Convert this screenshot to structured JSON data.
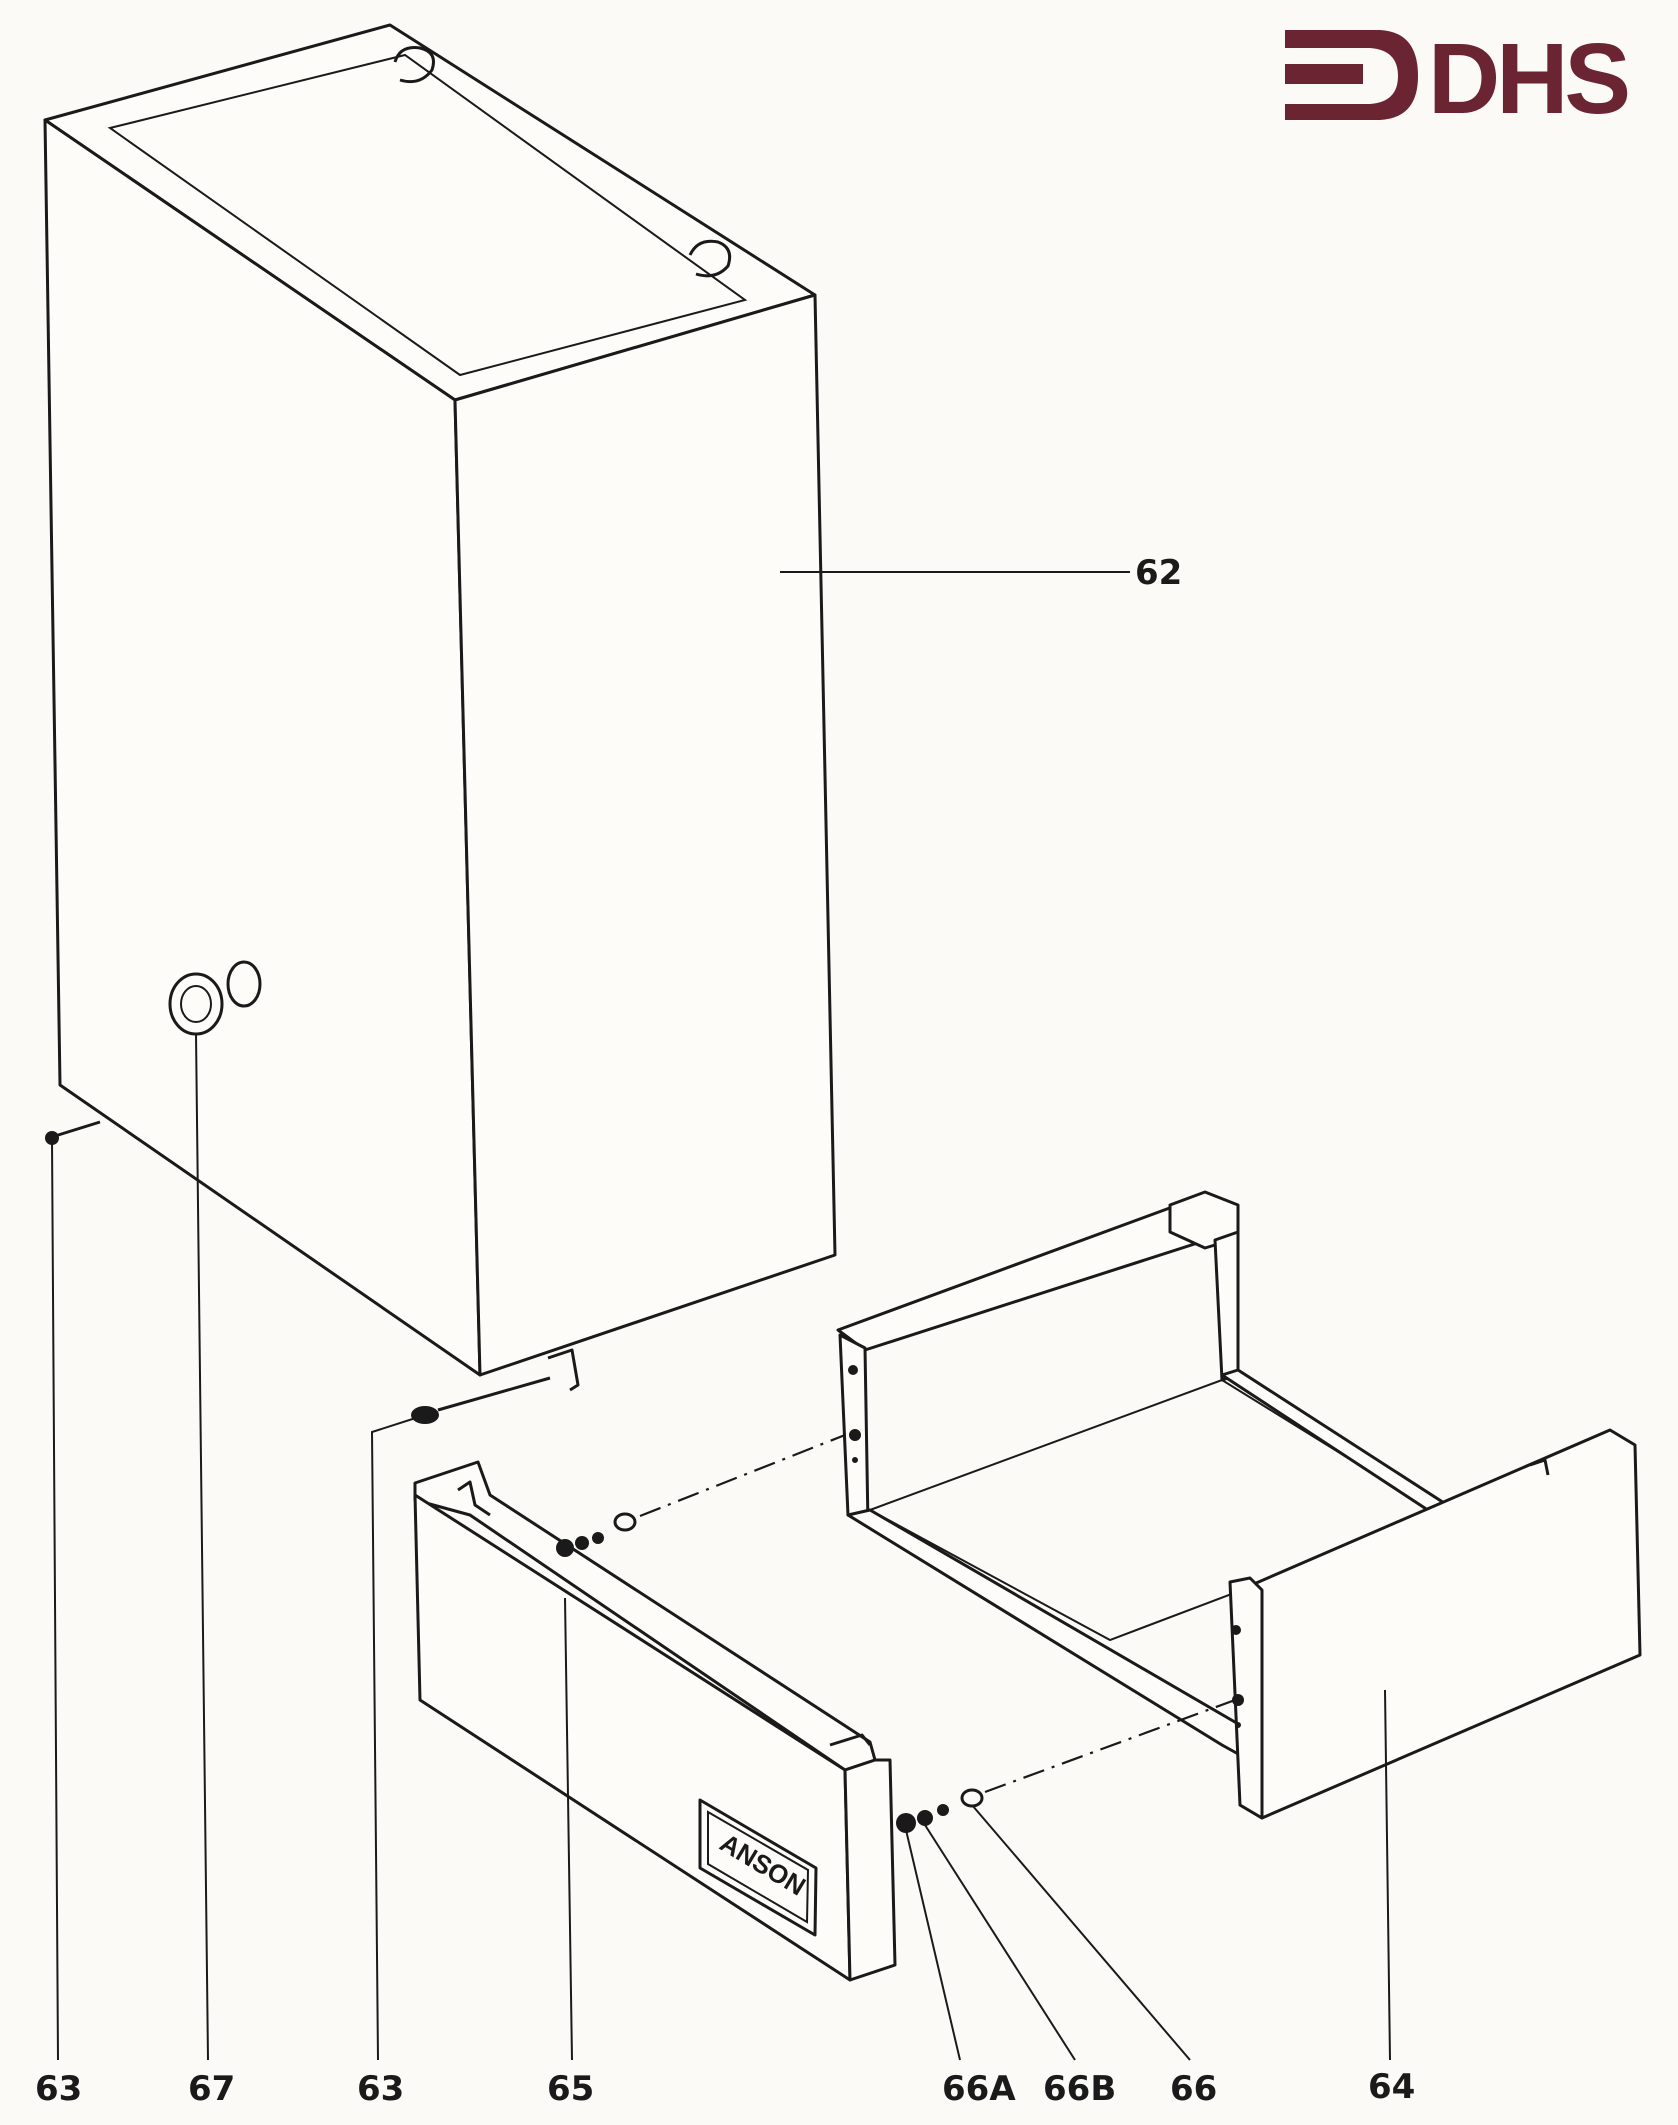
{
  "logo": {
    "text": "DHS",
    "color": "#6b2432"
  },
  "badge": {
    "text": "ANSON"
  },
  "callouts": [
    {
      "id": "62",
      "label": "62"
    },
    {
      "id": "63-left",
      "label": "63"
    },
    {
      "id": "67",
      "label": "67"
    },
    {
      "id": "63-mid",
      "label": "63"
    },
    {
      "id": "65",
      "label": "65"
    },
    {
      "id": "66A",
      "label": "66A"
    },
    {
      "id": "66B",
      "label": "66B"
    },
    {
      "id": "66",
      "label": "66"
    },
    {
      "id": "64",
      "label": "64"
    }
  ]
}
